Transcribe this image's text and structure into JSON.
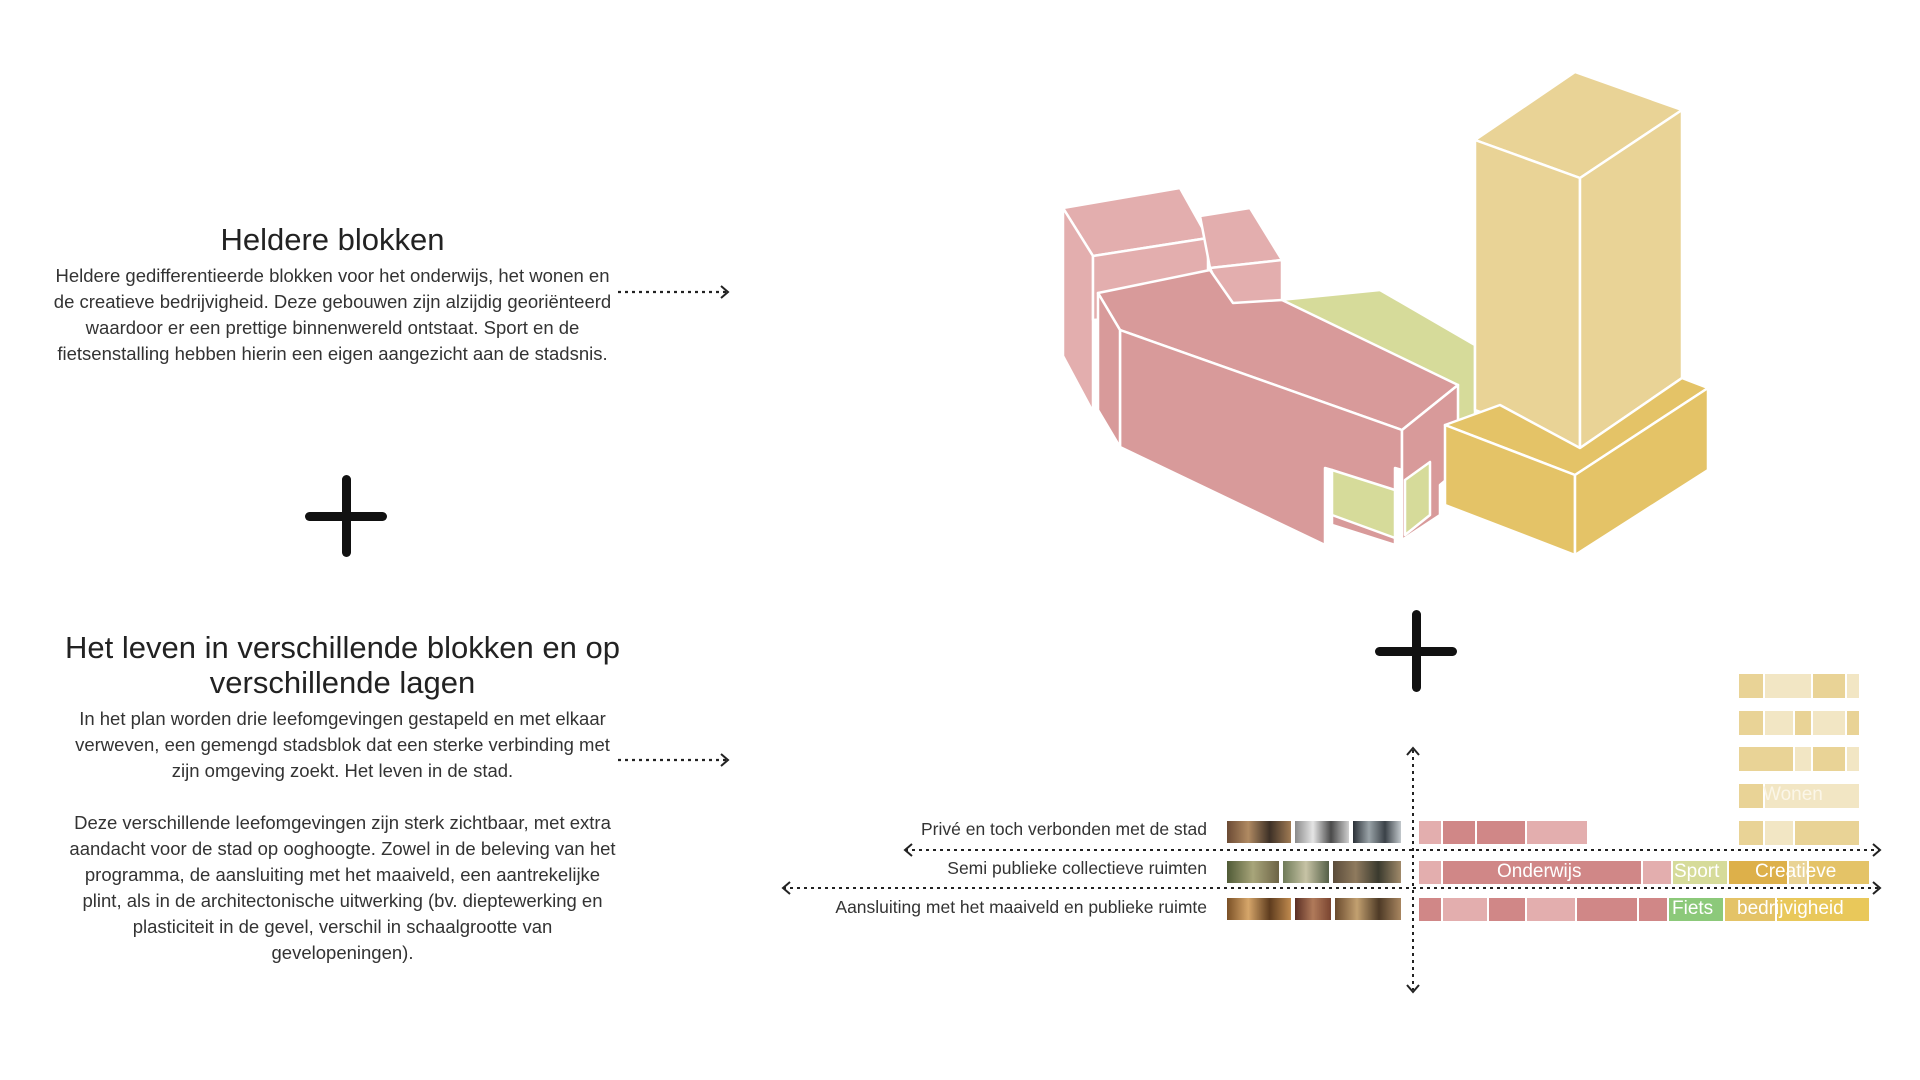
{
  "sections": [
    {
      "title": "Heldere blokken",
      "paragraphs": [
        "Heldere gedifferentieerde blokken voor het onderwijs, het wonen en de creatieve bedrijvigheid. Deze gebouwen zijn alzijdig georiënteerd waardoor er een prettige binnenwereld ontstaat. Sport en de fietsenstalling hebben hierin een eigen aangezicht aan de stadsnis."
      ]
    },
    {
      "title": "Het leven in verschillende blokken en op verschillende lagen",
      "paragraphs": [
        "In het plan worden drie leefomgevingen gestapeld en met elkaar verweven, een gemengd stadsblok dat een sterke verbinding met zijn omgeving zoekt. Het leven in de stad.",
        "Deze verschillende leefomgevingen zijn sterk zichtbaar, met extra aandacht voor de stad op ooghoogte. Zowel in de beleving van het programma, de aansluiting met het maaiveld, een aantrekelijke plint, als in de architectonische uitwerking (bv. dieptewerking en plasticiteit in de gevel, verschil in schaalgrootte van gevelopeningen)."
      ]
    }
  ],
  "layers": {
    "rows": [
      "Privé en toch verbonden met de stad",
      "Semi publieke collectieve ruimten",
      "Aansluiting met het maaiveld en publieke ruimte"
    ],
    "program_labels": {
      "onderwijs": "Onderwijs",
      "sport": "Sport",
      "fiets": "Fiets",
      "wonen": "Wonen",
      "creatieve": "Creatieve",
      "bedrijvigheid": "bedrijvigheid"
    }
  },
  "colors": {
    "onderwijs_light": "#E3AEAE",
    "onderwijs_mid": "#D89A9A",
    "onderwijs_dark": "#D08787",
    "sport_fiets_light": "#D6DB9A",
    "sport_fiets_green": "#8CC97A",
    "wonen_light": "#F2E6C4",
    "wonen_mid": "#E9D396",
    "bedrijvigheid": "#E4C367",
    "bedrijvigheid_dark": "#DDB04A",
    "text": "#333333",
    "plus": "#111111"
  }
}
